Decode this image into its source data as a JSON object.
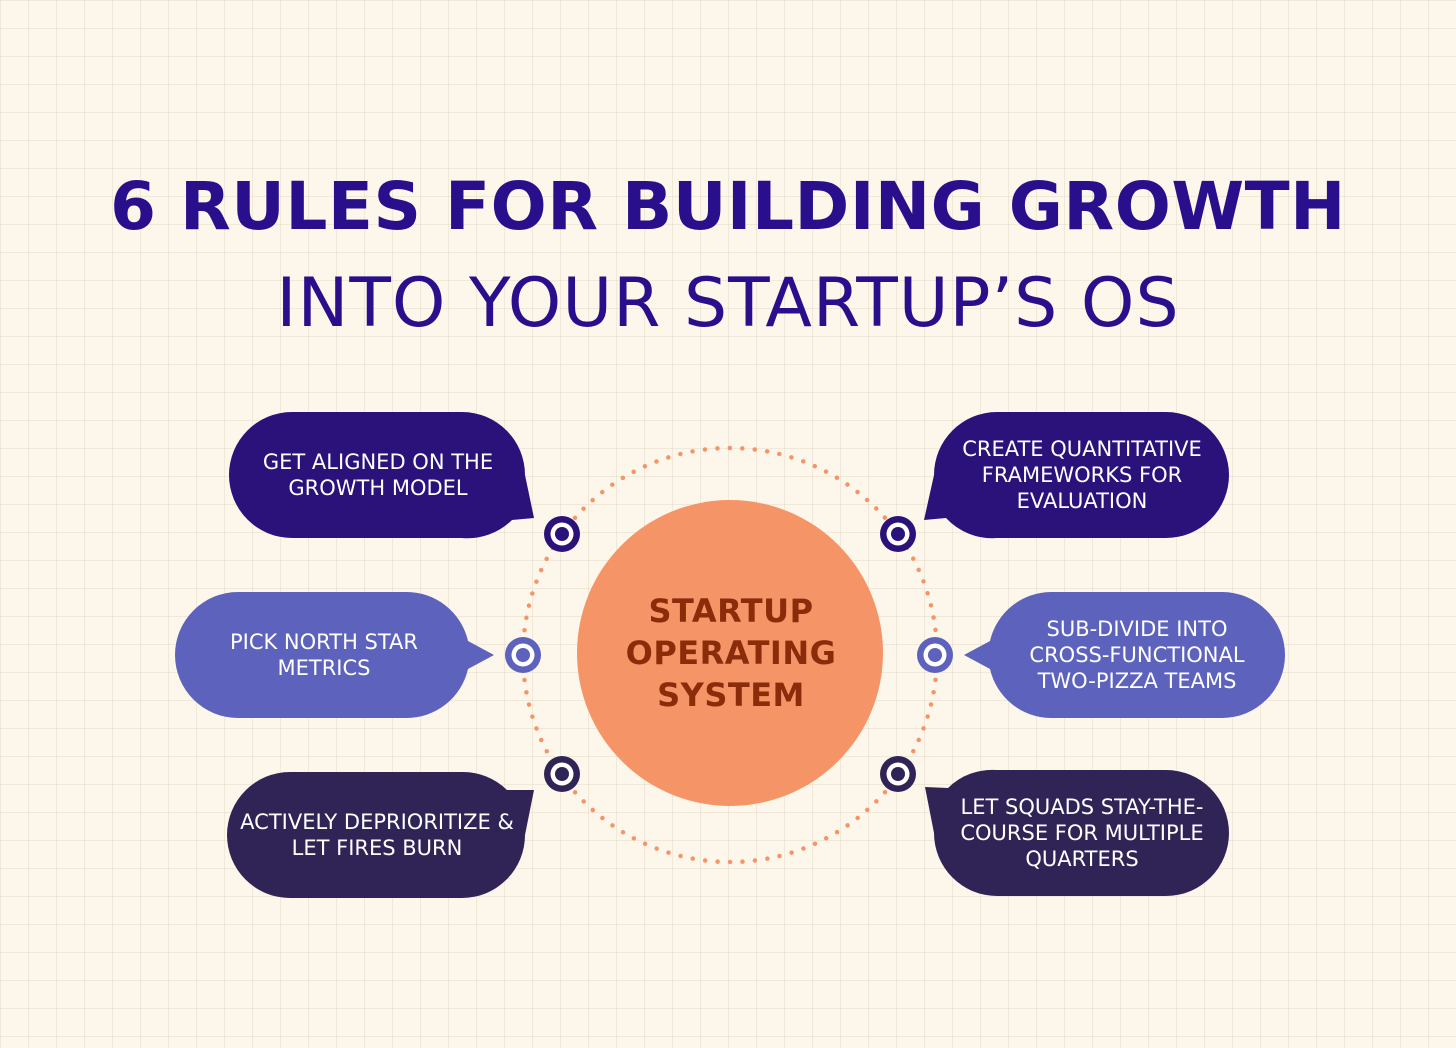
{
  "title": {
    "line1": "6 RULES FOR BUILDING GROWTH",
    "line2": "INTO YOUR STARTUP’S OS"
  },
  "center": {
    "label": "STARTUP OPERATING SYSTEM"
  },
  "rules": [
    {
      "id": "rule-1",
      "text": "GET ALIGNED ON THE GROWTH MODEL"
    },
    {
      "id": "rule-2",
      "text": "PICK NORTH STAR METRICS"
    },
    {
      "id": "rule-3",
      "text": "ACTIVELY DEPRIORITIZE & LET FIRES BURN"
    },
    {
      "id": "rule-4",
      "text": "CREATE QUANTITATIVE FRAMEWORKS FOR EVALUATION"
    },
    {
      "id": "rule-5",
      "text": "SUB-DIVIDE INTO CROSS-FUNCTIONAL TWO-PIZZA TEAMS"
    },
    {
      "id": "rule-6",
      "text": "LET SQUADS STAY-THE-COURSE FOR MULTIPLE QUARTERS"
    }
  ],
  "colors": {
    "background": "#fdf6ea",
    "title": "#2a0f8c",
    "center_fill": "#f59466",
    "center_text": "#8a2c0a",
    "ring_dots": "#f59466",
    "bubble_dark_purple": "#2a127a",
    "bubble_periwinkle": "#5d62bd",
    "bubble_navy": "#302456",
    "node_outer_dark": "#2a127a",
    "node_outer_light": "#5d62bd",
    "node_inner": "#ffffff"
  },
  "icons": {
    "node": "target-dot-icon"
  }
}
